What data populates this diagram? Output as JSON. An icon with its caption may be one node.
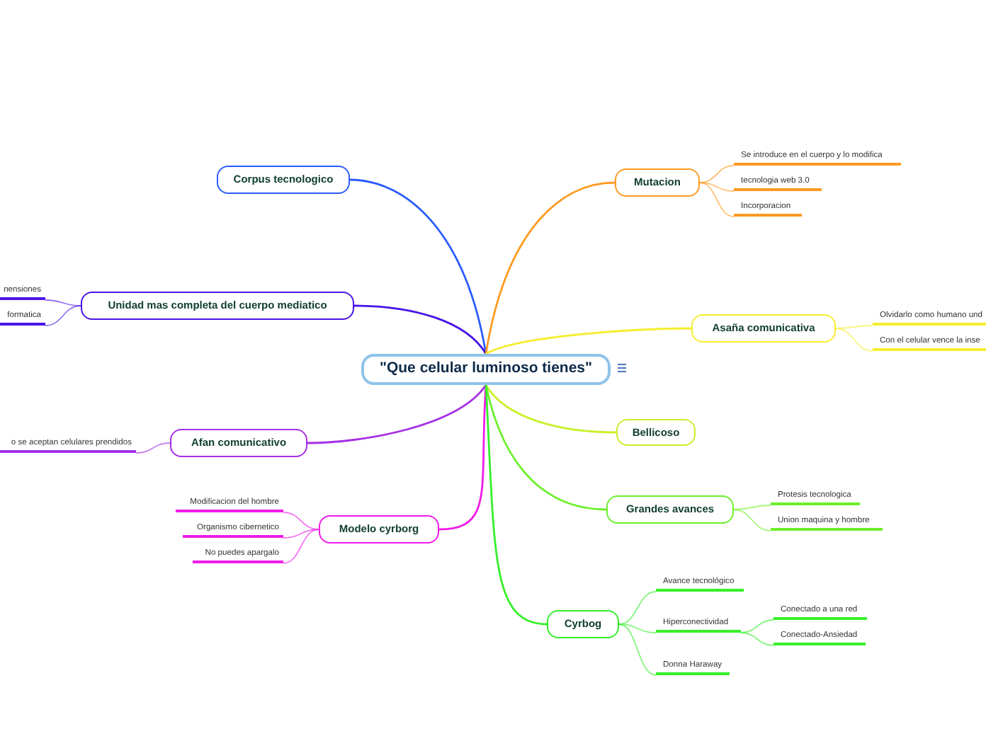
{
  "diagram": {
    "nodes": [
      {
        "text": [
          "\"Que celular luminoso tienes\""
        ]
      },
      {
        "text": [
          "Corpus tecnologico"
        ]
      },
      {
        "text": [
          "Unidad mas completa del cuerpo mediatico"
        ]
      },
      {
        "text": [
          "nensiones"
        ]
      },
      {
        "text": [
          "formatica"
        ]
      },
      {
        "text": [
          "Afan comunicativo"
        ]
      },
      {
        "text": [
          "o se aceptan celulares prendidos"
        ]
      },
      {
        "text": [
          "Modelo cyrborg"
        ]
      },
      {
        "text": [
          "Modificacion del hombre"
        ]
      },
      {
        "text": [
          "Organismo cibernetico"
        ]
      },
      {
        "text": [
          "No puedes apargalo"
        ]
      },
      {
        "text": [
          "Mutacion"
        ]
      },
      {
        "text": [
          "Se introduce en el cuerpo y lo modifica"
        ]
      },
      {
        "text": [
          "tecnologia web 3.0"
        ]
      },
      {
        "text": [
          "Incorporacion"
        ]
      },
      {
        "text": [
          "Asaña comunicativa"
        ]
      },
      {
        "text": [
          "Olvidarlo como humano und"
        ]
      },
      {
        "text": [
          "Con el celular vence la inse"
        ]
      },
      {
        "text": [
          "Bellicoso"
        ]
      },
      {
        "text": [
          "Grandes avances"
        ]
      },
      {
        "text": [
          "Protesis tecnologica"
        ]
      },
      {
        "text": [
          "Union maquina y hombre"
        ]
      },
      {
        "text": [
          "Cyrbog"
        ]
      },
      {
        "text": [
          "Avance tecnológico"
        ]
      },
      {
        "text": [
          "Hiperconectividad"
        ]
      },
      {
        "text": [
          "Conectado a una red"
        ]
      },
      {
        "text": [
          "Conectado-Ansiedad"
        ]
      },
      {
        "text": [
          "Donna Haraway"
        ]
      }
    ],
    "edges": [
      {
        "from": 0,
        "to": 1,
        "arrow": "none",
        "color": "#2b5cff"
      },
      {
        "from": 0,
        "to": 2,
        "arrow": "none",
        "color": "#4a14e6"
      },
      {
        "from": 2,
        "to": 3,
        "arrow": "none",
        "color": "#4a14e6"
      },
      {
        "from": 2,
        "to": 4,
        "arrow": "none",
        "color": "#4a14e6"
      },
      {
        "from": 0,
        "to": 5,
        "arrow": "none",
        "color": "#a52ee6"
      },
      {
        "from": 5,
        "to": 6,
        "arrow": "none",
        "color": "#a52ee6"
      },
      {
        "from": 0,
        "to": 7,
        "arrow": "none",
        "color": "#f01ce8"
      },
      {
        "from": 7,
        "to": 8,
        "arrow": "none",
        "color": "#f01ce8"
      },
      {
        "from": 7,
        "to": 9,
        "arrow": "none",
        "color": "#f01ce8"
      },
      {
        "from": 7,
        "to": 10,
        "arrow": "none",
        "color": "#f01ce8"
      },
      {
        "from": 0,
        "to": 11,
        "arrow": "none",
        "color": "#ff9a1f"
      },
      {
        "from": 11,
        "to": 12,
        "arrow": "none",
        "color": "#ff9a1f"
      },
      {
        "from": 11,
        "to": 13,
        "arrow": "none",
        "color": "#ff9a1f"
      },
      {
        "from": 11,
        "to": 14,
        "arrow": "none",
        "color": "#ff9a1f"
      },
      {
        "from": 0,
        "to": 15,
        "arrow": "none",
        "color": "#f5ee2e"
      },
      {
        "from": 15,
        "to": 16,
        "arrow": "none",
        "color": "#f5ee2e"
      },
      {
        "from": 15,
        "to": 17,
        "arrow": "none",
        "color": "#f5ee2e"
      },
      {
        "from": 0,
        "to": 18,
        "arrow": "none",
        "color": "#c8f02a"
      },
      {
        "from": 0,
        "to": 19,
        "arrow": "none",
        "color": "#6cf02a"
      },
      {
        "from": 19,
        "to": 20,
        "arrow": "none",
        "color": "#6cf02a"
      },
      {
        "from": 19,
        "to": 21,
        "arrow": "none",
        "color": "#6cf02a"
      },
      {
        "from": 0,
        "to": 22,
        "arrow": "none",
        "color": "#35f02a"
      },
      {
        "from": 22,
        "to": 23,
        "arrow": "none",
        "color": "#35f02a"
      },
      {
        "from": 22,
        "to": 24,
        "arrow": "none",
        "color": "#35f02a"
      },
      {
        "from": 24,
        "to": 25,
        "arrow": "none",
        "color": "#35f02a"
      },
      {
        "from": 24,
        "to": 26,
        "arrow": "none",
        "color": "#35f02a"
      },
      {
        "from": 22,
        "to": 27,
        "arrow": "none",
        "color": "#35f02a"
      }
    ]
  }
}
